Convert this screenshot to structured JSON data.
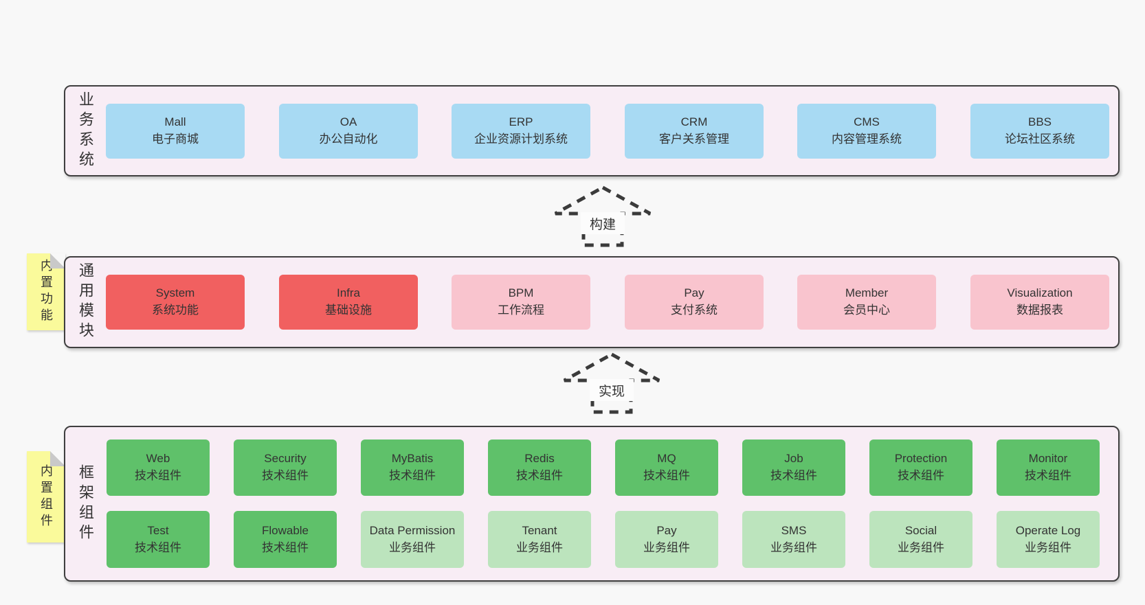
{
  "sections": {
    "business": {
      "label": "业务系统",
      "boxes": [
        {
          "name": "Mall",
          "desc": "电子商城"
        },
        {
          "name": "OA",
          "desc": "办公自动化"
        },
        {
          "name": "ERP",
          "desc": "企业资源计划系统"
        },
        {
          "name": "CRM",
          "desc": "客户关系管理"
        },
        {
          "name": "CMS",
          "desc": "内容管理系统"
        },
        {
          "name": "BBS",
          "desc": "论坛社区系统"
        }
      ]
    },
    "modules": {
      "label": "通用模块",
      "tab": "内置功能",
      "boxes": [
        {
          "name": "System",
          "desc": "系统功能"
        },
        {
          "name": "Infra",
          "desc": "基础设施"
        },
        {
          "name": "BPM",
          "desc": "工作流程"
        },
        {
          "name": "Pay",
          "desc": "支付系统"
        },
        {
          "name": "Member",
          "desc": "会员中心"
        },
        {
          "name": "Visualization",
          "desc": "数据报表"
        }
      ]
    },
    "components": {
      "label": "框架组件",
      "tab": "内置组件",
      "row1": [
        {
          "name": "Web",
          "desc": "技术组件"
        },
        {
          "name": "Security",
          "desc": "技术组件"
        },
        {
          "name": "MyBatis",
          "desc": "技术组件"
        },
        {
          "name": "Redis",
          "desc": "技术组件"
        },
        {
          "name": "MQ",
          "desc": "技术组件"
        },
        {
          "name": "Job",
          "desc": "技术组件"
        },
        {
          "name": "Protection",
          "desc": "技术组件"
        },
        {
          "name": "Monitor",
          "desc": "技术组件"
        }
      ],
      "row2": [
        {
          "name": "Test",
          "desc": "技术组件"
        },
        {
          "name": "Flowable",
          "desc": "技术组件"
        },
        {
          "name": "Data Permission",
          "desc": "业务组件"
        },
        {
          "name": "Tenant",
          "desc": "业务组件"
        },
        {
          "name": "Pay",
          "desc": "业务组件"
        },
        {
          "name": "SMS",
          "desc": "业务组件"
        },
        {
          "name": "Social",
          "desc": "业务组件"
        },
        {
          "name": "Operate Log",
          "desc": "业务组件"
        }
      ]
    }
  },
  "arrows": [
    {
      "label": "构建"
    },
    {
      "label": "实现"
    }
  ],
  "colors": {
    "page_bg": "#f8f8f8",
    "panel_bg": "#f8edf5",
    "panel_border": "#3f3f3f",
    "blue": "#a8daf3",
    "red": "#f16060",
    "pink": "#f9c4ce",
    "green": "#5fc16a",
    "light_green": "#bce4bd",
    "yellow_tab": "#fafa9b",
    "text": "#333333"
  }
}
